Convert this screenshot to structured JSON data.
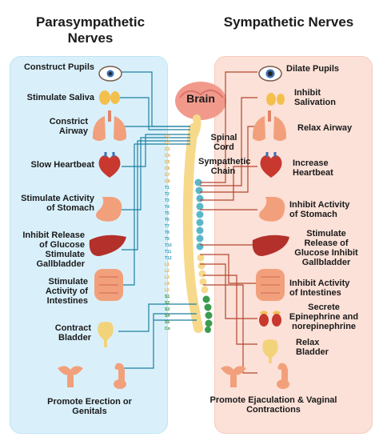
{
  "titles": {
    "left": "Parasympathetic Nerves",
    "right": "Sympathetic Nerves"
  },
  "center": {
    "brain": "Brain",
    "spinal_cord": "Spinal Cord",
    "sympathetic_chain": "Sympathetic Chain"
  },
  "parasympathetic": [
    "Construct Pupils",
    "Stimulate Saliva",
    "Constrict Airway",
    "Slow Heartbeat",
    "Stimulate Activity of Stomach",
    "Inhibit Release of Glucose Stimulate Gallbladder",
    "Stimulate Activity of Intestines",
    "Contract Bladder",
    "Promote Erection or Genitals"
  ],
  "sympathetic": [
    "Dilate Pupils",
    "Inhibit Salivation",
    "Relax Airway",
    "Increase Heartbeat",
    "Inhibit Activity of Stomach",
    "Stimulate Release of Glucose Inhibit Gallbladder",
    "Inhibit Activity of Intestines",
    "Secrete Epinephrine and norepinephrine",
    "Relax Bladder",
    "Promote Ejaculation & Vaginal Contractions"
  ],
  "vertebrae": [
    "C1",
    "C2",
    "C3",
    "C4",
    "C5",
    "C6",
    "C7",
    "C8",
    "T1",
    "T2",
    "T3",
    "T4",
    "T5",
    "T6",
    "T7",
    "T8",
    "T9",
    "T10",
    "T11",
    "T12",
    "L1",
    "L2",
    "L3",
    "L4",
    "L5",
    "S1",
    "S2",
    "S3",
    "S4",
    "S5",
    "Co"
  ],
  "colors": {
    "left_panel": "#d9f0fb",
    "right_panel": "#fbe1d8",
    "para_line": "#1e7fa0",
    "symp_line": "#b5452e",
    "spine": "#f6d98a",
    "chain": "#5ab7c8",
    "brain": "#f19a8c"
  }
}
